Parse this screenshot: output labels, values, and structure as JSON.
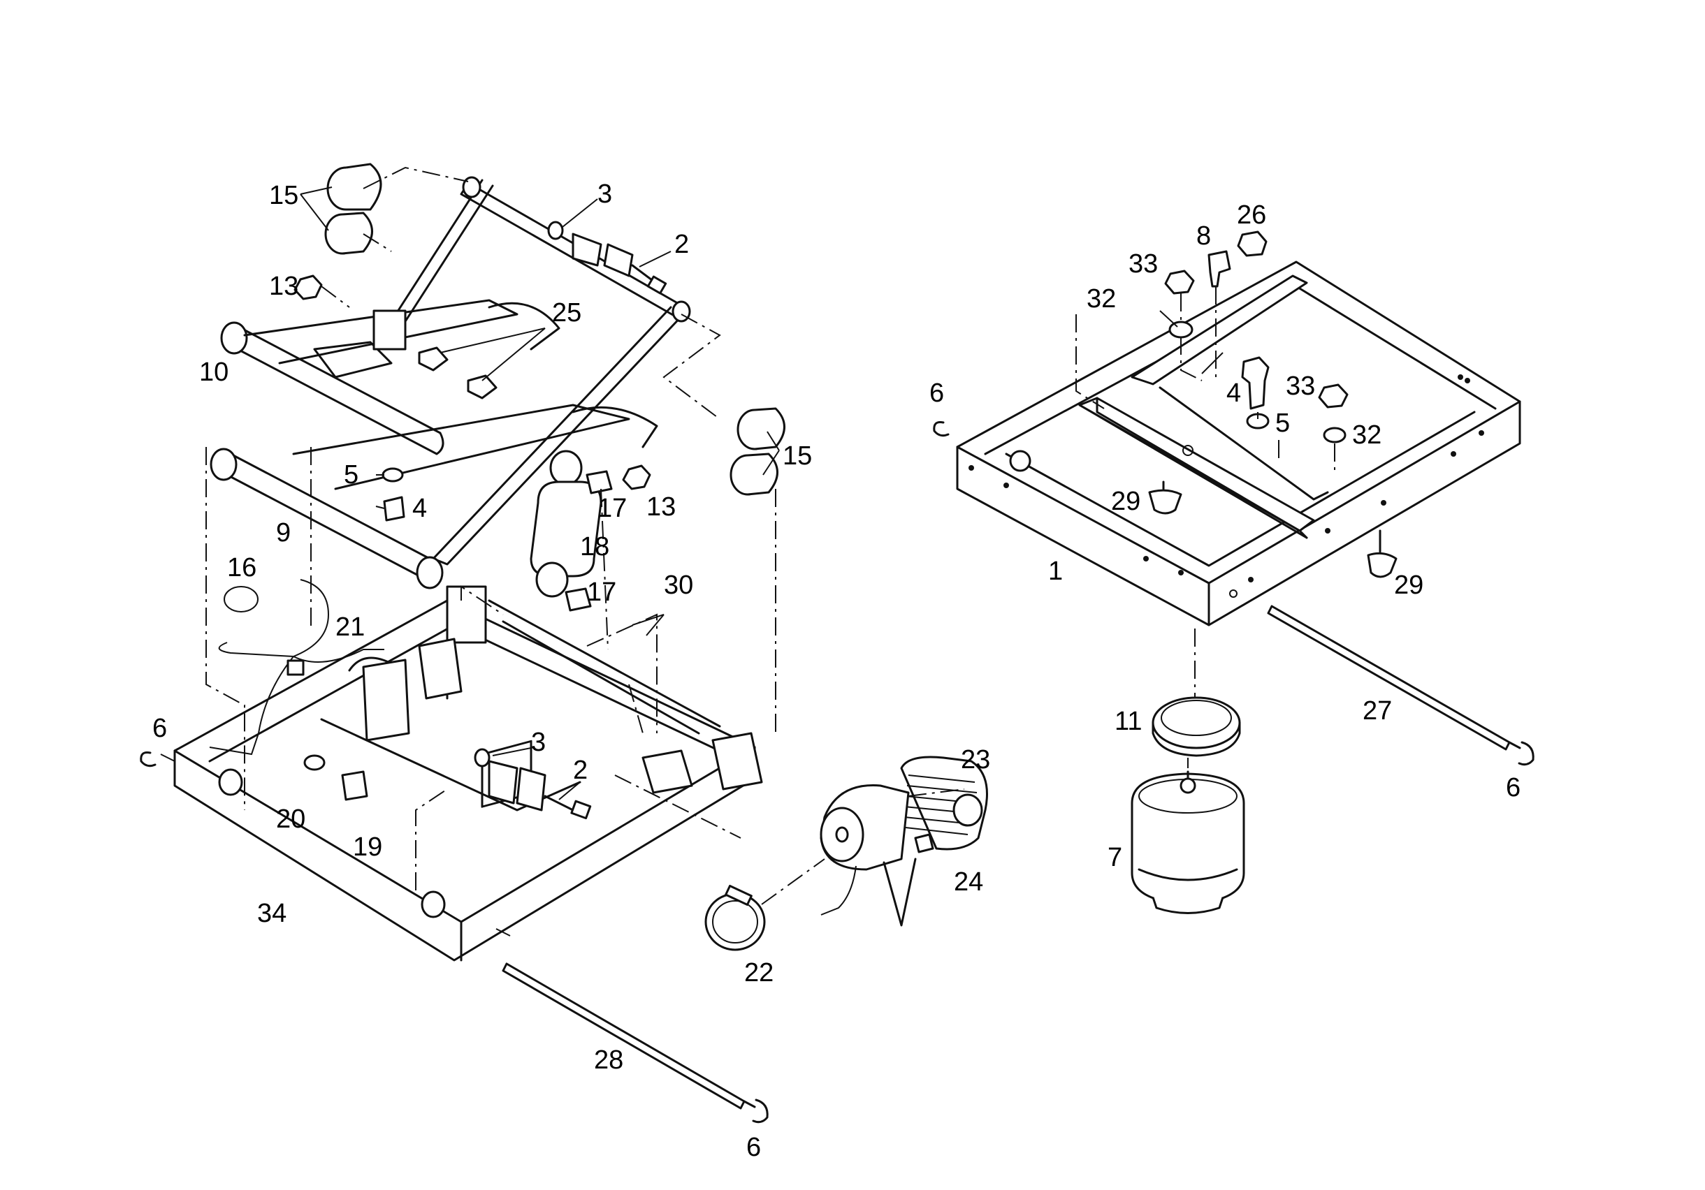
{
  "diagram": {
    "callouts": [
      {
        "id": "c15a",
        "text": "15"
      },
      {
        "id": "c3a",
        "text": "3"
      },
      {
        "id": "c2a",
        "text": "2"
      },
      {
        "id": "c13a",
        "text": "13"
      },
      {
        "id": "c25",
        "text": "25"
      },
      {
        "id": "c10",
        "text": "10"
      },
      {
        "id": "c15b",
        "text": "15"
      },
      {
        "id": "c5a",
        "text": "5"
      },
      {
        "id": "c4a",
        "text": "4"
      },
      {
        "id": "c17a",
        "text": "17"
      },
      {
        "id": "c13b",
        "text": "13"
      },
      {
        "id": "c9",
        "text": "9"
      },
      {
        "id": "c18",
        "text": "18"
      },
      {
        "id": "c16",
        "text": "16"
      },
      {
        "id": "c17b",
        "text": "17"
      },
      {
        "id": "c30",
        "text": "30"
      },
      {
        "id": "c21",
        "text": "21"
      },
      {
        "id": "c6a",
        "text": "6"
      },
      {
        "id": "c3b",
        "text": "3"
      },
      {
        "id": "c2b",
        "text": "2"
      },
      {
        "id": "c20",
        "text": "20"
      },
      {
        "id": "c19",
        "text": "19"
      },
      {
        "id": "c34",
        "text": "34"
      },
      {
        "id": "c23",
        "text": "23"
      },
      {
        "id": "c24",
        "text": "24"
      },
      {
        "id": "c22",
        "text": "22"
      },
      {
        "id": "c28",
        "text": "28"
      },
      {
        "id": "c6b",
        "text": "6"
      },
      {
        "id": "c26",
        "text": "26"
      },
      {
        "id": "c8",
        "text": "8"
      },
      {
        "id": "c33a",
        "text": "33"
      },
      {
        "id": "c32a",
        "text": "32"
      },
      {
        "id": "c6c",
        "text": "6"
      },
      {
        "id": "c4b",
        "text": "4"
      },
      {
        "id": "c33b",
        "text": "33"
      },
      {
        "id": "c5b",
        "text": "5"
      },
      {
        "id": "c32b",
        "text": "32"
      },
      {
        "id": "c29a",
        "text": "29"
      },
      {
        "id": "c1",
        "text": "1"
      },
      {
        "id": "c29b",
        "text": "29"
      },
      {
        "id": "c11",
        "text": "11"
      },
      {
        "id": "c27",
        "text": "27"
      },
      {
        "id": "c6d",
        "text": "6"
      },
      {
        "id": "c7",
        "text": "7"
      }
    ]
  }
}
